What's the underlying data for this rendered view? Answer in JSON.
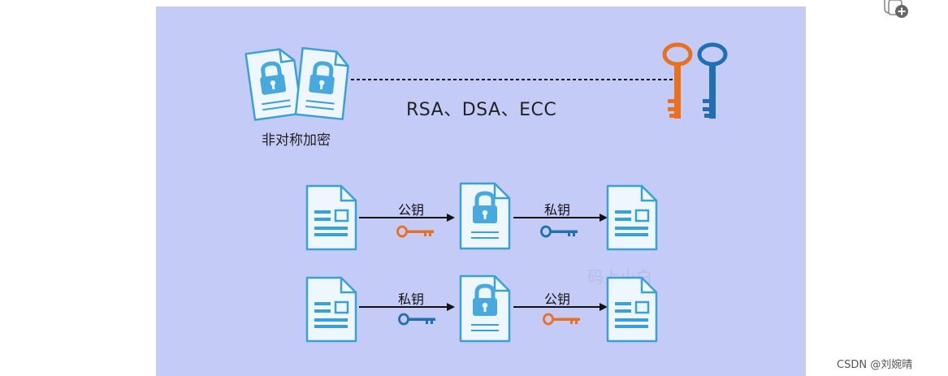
{
  "colors": {
    "panel_bg": "#c4cbf7",
    "doc_stroke": "#3aa0d8",
    "doc_fill": "#eef7fd",
    "lock_fill": "#47a9de",
    "key_orange": "#e8701e",
    "key_blue": "#1f6fb2"
  },
  "top": {
    "algorithms_label": "RSA、DSA、ECC",
    "caption": "非对称加密",
    "icons": [
      "locked-document-icon",
      "locked-document-icon",
      "orange-key-icon",
      "blue-key-icon"
    ]
  },
  "rows": [
    {
      "first_arrow_label": "公钥",
      "first_key": "orange-key-icon",
      "second_arrow_label": "私钥",
      "second_key": "blue-key-icon"
    },
    {
      "first_arrow_label": "私钥",
      "first_key": "blue-key-icon",
      "second_arrow_label": "公钥",
      "second_key": "orange-key-icon"
    }
  ],
  "watermark": "码上小白",
  "credit": "CSDN @刘婉晴"
}
